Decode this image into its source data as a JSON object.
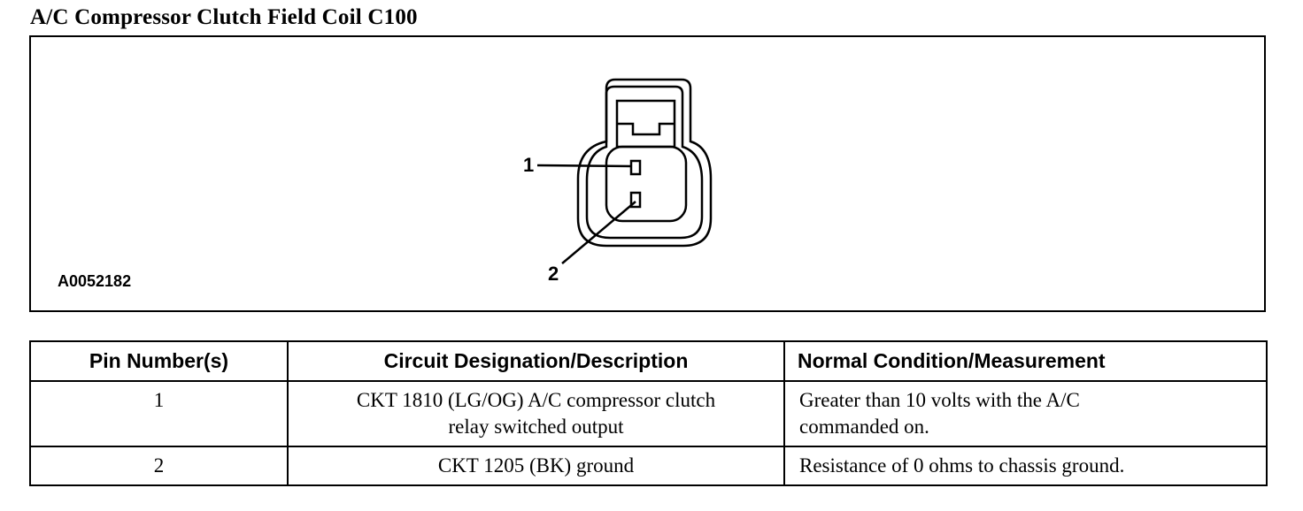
{
  "title": "A/C Compressor Clutch Field Coil C100",
  "figure": {
    "figure_id": "A0052182",
    "callouts": [
      "1",
      "2"
    ]
  },
  "table": {
    "headers": [
      "Pin Number(s)",
      "Circuit Designation/Description",
      "Normal Condition/Measurement"
    ],
    "rows": [
      {
        "pin": "1",
        "circuit_line1": "CKT 1810 (LG/OG) A/C compressor clutch",
        "circuit_line2": "relay switched output",
        "condition_line1": "Greater than 10 volts with the A/C",
        "condition_line2": "commanded on."
      },
      {
        "pin": "2",
        "circuit_line1": "CKT 1205 (BK) ground",
        "condition_line1": "Resistance of 0 ohms to chassis ground."
      }
    ]
  }
}
